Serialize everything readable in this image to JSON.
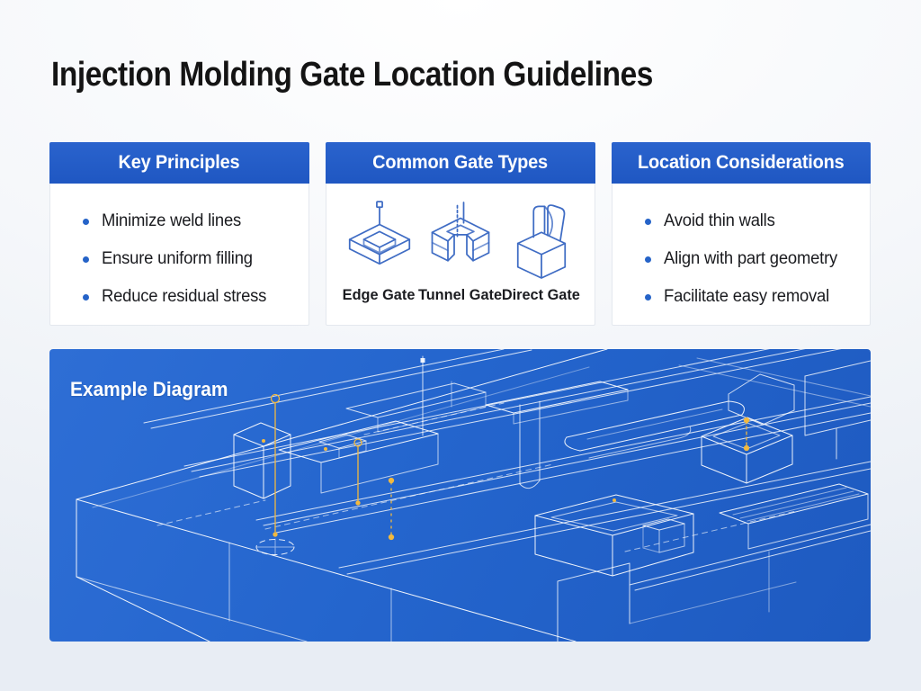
{
  "page": {
    "title": "Injection Molding Gate Location Guidelines"
  },
  "cards": {
    "key_principles": {
      "title": "Key Principles",
      "items": [
        "Minimize weld lines",
        "Ensure uniform filling",
        "Reduce residual stress"
      ]
    },
    "gate_types": {
      "title": "Common Gate Types",
      "items": [
        {
          "label": "Edge Gate"
        },
        {
          "label": "Tunnel Gate"
        },
        {
          "label": "Direct Gate"
        }
      ]
    },
    "location_considerations": {
      "title": "Location Considerations",
      "items": [
        "Avoid thin walls",
        "Align with part geometry",
        "Facilitate easy removal"
      ]
    }
  },
  "diagram": {
    "title": "Example Diagram",
    "style": "isometric-blueprint",
    "line_color": "#ffffff",
    "marker_color": "#f2b93f",
    "panel_color": "#2465cd"
  },
  "colors": {
    "header_blue": "#2159c4",
    "bullet_blue": "#2563c8",
    "icon_blue": "#3f6cc4",
    "title_black": "#141414"
  }
}
